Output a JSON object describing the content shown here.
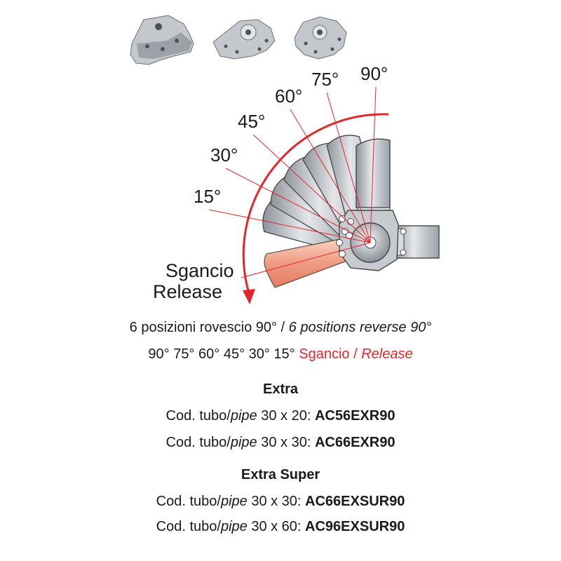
{
  "diagram": {
    "angles": [
      "90°",
      "75°",
      "60°",
      "45°",
      "30°",
      "15°"
    ],
    "release_it": "Sgancio",
    "release_en": "Release"
  },
  "caption": {
    "line1_it": "6 posizioni rovescio 90°",
    "line1_sep": " / ",
    "line1_en": "6 positions reverse 90°",
    "line2_angles": "90° 75° 60° 45° 30° 15°",
    "line2_it": "Sgancio",
    "line2_sep": " / ",
    "line2_en": "Release"
  },
  "sections": [
    {
      "title": "Extra",
      "rows": [
        {
          "prefix": "Cod. tubo/",
          "pipe": "pipe",
          "size": " 30 x 20: ",
          "code": "AC56EXR90"
        },
        {
          "prefix": "Cod. tubo/",
          "pipe": "pipe",
          "size": " 30 x 30: ",
          "code": "AC66EXR90"
        }
      ]
    },
    {
      "title": "Extra Super",
      "rows": [
        {
          "prefix": "Cod. tubo/",
          "pipe": "pipe",
          "size": " 30 x 30: ",
          "code": "AC66EXSUR90"
        },
        {
          "prefix": "Cod. tubo/",
          "pipe": "pipe",
          "size": " 30 x 60: ",
          "code": "AC96EXSUR90"
        }
      ]
    }
  ],
  "colors": {
    "accent": "#e3262b",
    "metal": "#b9bec4",
    "release_tube": "#f3b59e"
  }
}
